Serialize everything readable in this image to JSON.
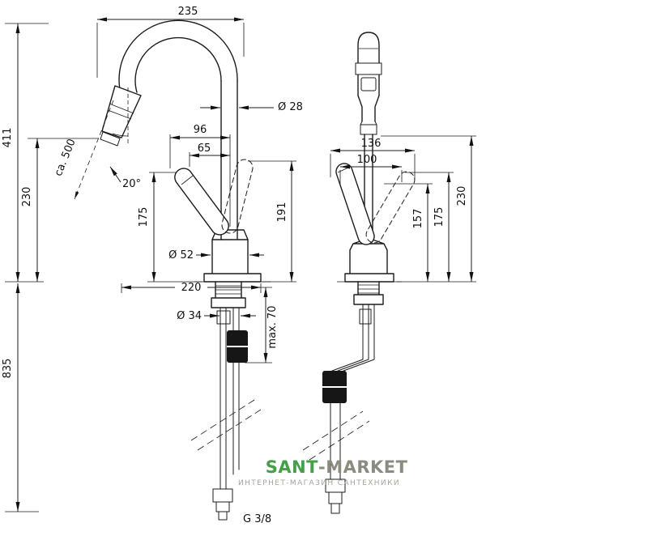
{
  "side_view": {
    "dim_spout_reach_top": "235",
    "dim_total_height": "411",
    "dim_outlet_height": "230",
    "dim_handle_tip_height": "175",
    "dim_handle_max_height": "191",
    "dim_spout_tube_diameter": "Ø 28",
    "dim_handle_span_outer": "96",
    "dim_handle_span_inner": "65",
    "dim_spray_angle": "20°",
    "dim_pullout_hose_length": "ca. 500",
    "dim_body_diameter": "Ø 52",
    "dim_base_reach": "220",
    "dim_shank_diameter": "Ø 34",
    "dim_max_counter_thickness": "max. 70",
    "dim_hose_below_deck": "835",
    "dim_connection_thread": "G 3/8"
  },
  "front_view": {
    "dim_handle_swing_outer": "136",
    "dim_handle_swing_inner": "100",
    "dim_handle_height": "157",
    "dim_handle_max_height": "175",
    "dim_outlet_height": "230"
  },
  "watermark": {
    "brand_primary": "SANT",
    "brand_secondary": "-MARKET",
    "subtitle": "ИНТЕРНЕТ-МАГАЗИН САНТЕХНИКИ",
    "color_primary": "#43a047",
    "color_secondary": "#8d8b7f",
    "color_subtitle": "#a6a49a"
  }
}
